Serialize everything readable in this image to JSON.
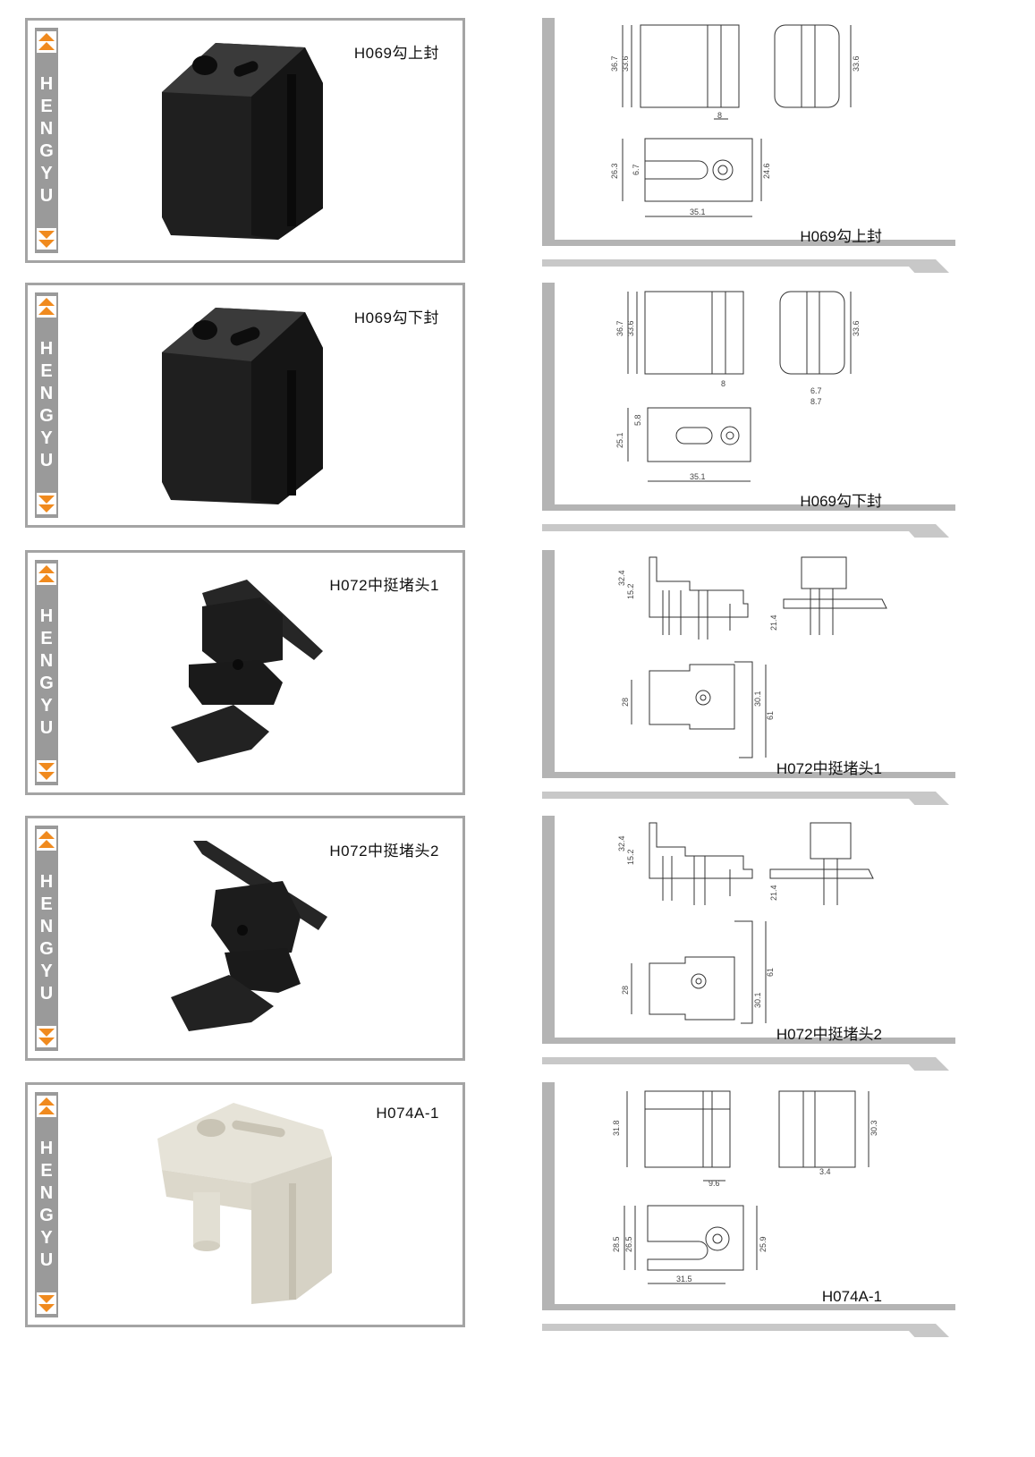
{
  "brand": "HENGYU",
  "products": [
    {
      "name": "H069勾上封",
      "color": "#2a2a2a",
      "dims_top": [
        "36.7",
        "33.6",
        "8",
        "33.6"
      ],
      "dims_bottom": [
        "26.3",
        "6.7",
        "24.6",
        "35.1"
      ]
    },
    {
      "name": "H069勾下封",
      "color": "#2a2a2a",
      "dims_top": [
        "36.7",
        "33.6",
        "8",
        "33.6",
        "6.7",
        "8.7"
      ],
      "dims_bottom": [
        "25.1",
        "5.8",
        "35.1"
      ]
    },
    {
      "name": "H072中挺堵头1",
      "color": "#2a2a2a",
      "dims_top": [
        "32.4",
        "15.2",
        "21.4"
      ],
      "dims_bottom": [
        "28",
        "30.1",
        "61"
      ]
    },
    {
      "name": "H072中挺堵头2",
      "color": "#2a2a2a",
      "dims_top": [
        "32.4",
        "15.2",
        "21.4"
      ],
      "dims_bottom": [
        "28",
        "30.1",
        "61"
      ]
    },
    {
      "name": "H074A-1",
      "color": "#e4e1d6",
      "dims_top": [
        "31.8",
        "9.6",
        "30.3",
        "3.4"
      ],
      "dims_bottom": [
        "28.5",
        "26.5",
        "25.9",
        "31.5"
      ]
    }
  ]
}
